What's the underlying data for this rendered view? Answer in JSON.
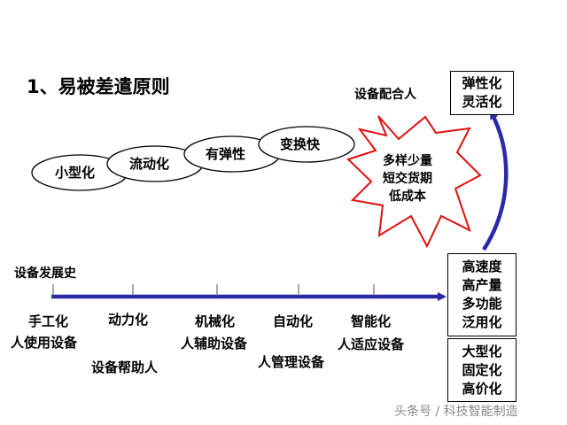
{
  "title": "1、易被差遣原则",
  "stages": [
    "小型化",
    "流动化",
    "有弹性",
    "变换快"
  ],
  "equipment_role": "设备配合人",
  "burst": [
    "多样少量",
    "短交货期",
    "低成本"
  ],
  "timeline_label": "设备发展史",
  "eras": [
    {
      "tech": "手工化",
      "relation": "人使用设备"
    },
    {
      "tech": "动力化",
      "relation": "设备帮助人"
    },
    {
      "tech": "机械化",
      "relation": "人辅助设备"
    },
    {
      "tech": "自动化",
      "relation": "人管理设备"
    },
    {
      "tech": "智能化",
      "relation": "人适应设备"
    }
  ],
  "box_top": [
    "弹性化",
    "灵活化"
  ],
  "box_mid": [
    "高速度",
    "高产量",
    "多功能",
    "泛用化"
  ],
  "box_bot": [
    "大型化",
    "固定化",
    "高价化"
  ],
  "watermark": "头条号 / 科技智能制造",
  "colors": {
    "arrow": "#2a2aa8",
    "burst_stroke": "#e01010"
  }
}
